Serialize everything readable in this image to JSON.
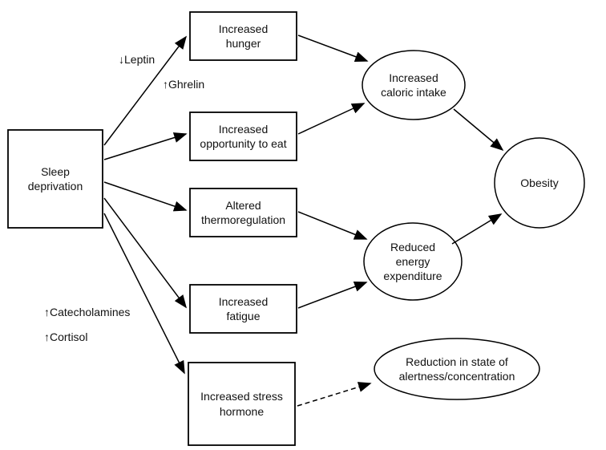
{
  "diagram": {
    "nodes": {
      "sleep_deprivation": {
        "label": "Sleep deprivation",
        "shape": "rect"
      },
      "increased_hunger": {
        "label": "Increased hunger",
        "shape": "rect"
      },
      "increased_opportunity": {
        "label": "Increased opportunity to eat",
        "shape": "rect"
      },
      "altered_thermoregulation": {
        "label": "Altered thermoregulation",
        "shape": "rect"
      },
      "increased_fatigue": {
        "label": "Increased fatigue",
        "shape": "rect"
      },
      "increased_stress_hormone": {
        "label": "Increased stress hormone",
        "shape": "rect"
      },
      "increased_caloric_intake": {
        "label": "Increased caloric intake",
        "shape": "ellipse"
      },
      "reduced_energy_expenditure": {
        "label": "Reduced energy expenditure",
        "shape": "ellipse"
      },
      "obesity": {
        "label": "Obesity",
        "shape": "ellipse"
      },
      "reduction_alertness": {
        "label": "Reduction in state of alertness/concentration",
        "shape": "ellipse"
      }
    },
    "annotations": {
      "leptin": "↓Leptin",
      "ghrelin": "↑Ghrelin",
      "catecholamines": "↑Catecholamines",
      "cortisol": "↑Cortisol"
    },
    "edges": [
      {
        "from": "sleep_deprivation",
        "to": "increased_hunger",
        "style": "solid"
      },
      {
        "from": "sleep_deprivation",
        "to": "increased_opportunity",
        "style": "solid"
      },
      {
        "from": "sleep_deprivation",
        "to": "altered_thermoregulation",
        "style": "solid"
      },
      {
        "from": "sleep_deprivation",
        "to": "increased_fatigue",
        "style": "solid"
      },
      {
        "from": "sleep_deprivation",
        "to": "increased_stress_hormone",
        "style": "solid"
      },
      {
        "from": "increased_hunger",
        "to": "increased_caloric_intake",
        "style": "solid"
      },
      {
        "from": "increased_opportunity",
        "to": "increased_caloric_intake",
        "style": "solid"
      },
      {
        "from": "altered_thermoregulation",
        "to": "reduced_energy_expenditure",
        "style": "solid"
      },
      {
        "from": "increased_fatigue",
        "to": "reduced_energy_expenditure",
        "style": "solid"
      },
      {
        "from": "increased_caloric_intake",
        "to": "obesity",
        "style": "solid"
      },
      {
        "from": "reduced_energy_expenditure",
        "to": "obesity",
        "style": "solid"
      },
      {
        "from": "increased_stress_hormone",
        "to": "reduction_alertness",
        "style": "dashed"
      }
    ],
    "colors": {
      "line": "#000000",
      "text": "#111111",
      "background": "#ffffff"
    }
  }
}
